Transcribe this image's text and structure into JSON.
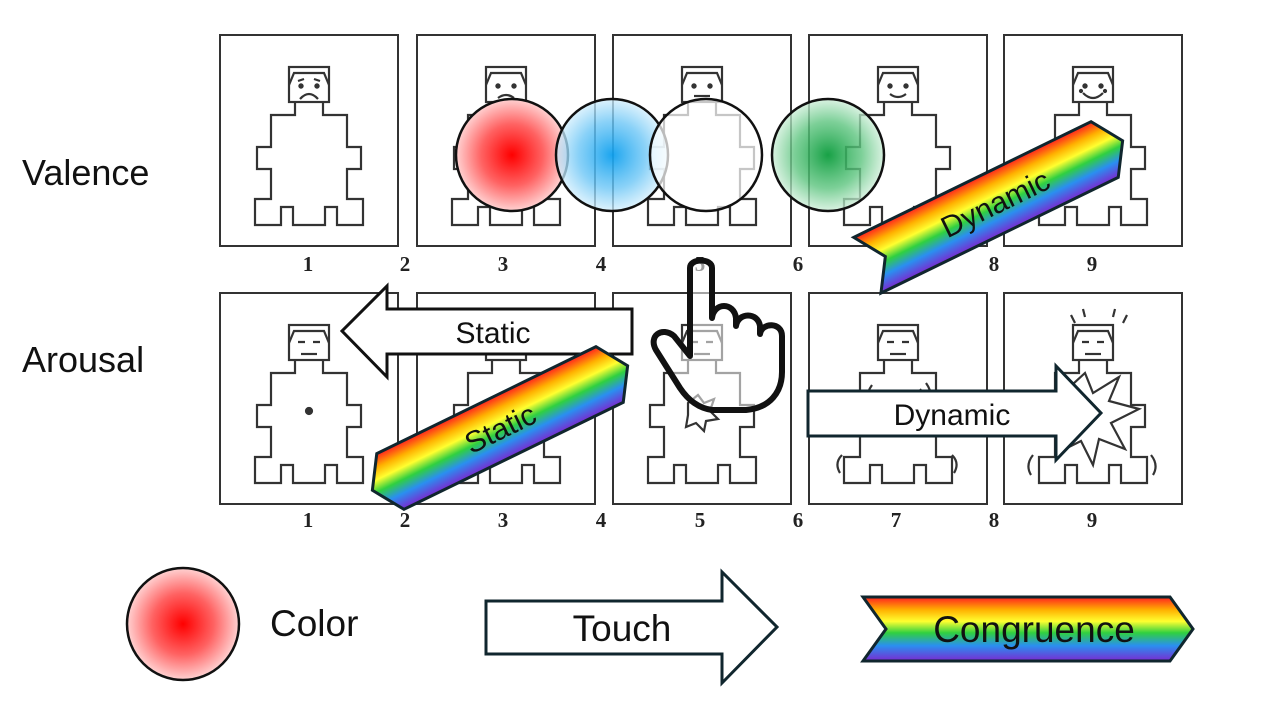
{
  "row_labels": {
    "valence": "Valence",
    "arousal": "Arousal"
  },
  "scale_numbers": [
    "1",
    "2",
    "3",
    "4",
    "5",
    "6",
    "7",
    "8",
    "9"
  ],
  "overlays": {
    "valence_dynamic": "Dynamic",
    "arousal_static_arrow": "Static",
    "arousal_static_ribbon": "Static",
    "arousal_dynamic_arrow": "Dynamic"
  },
  "legend": {
    "color": "Color",
    "touch": "Touch",
    "congruence": "Congruence"
  },
  "colors": {
    "red": "#ff1a1a",
    "blue": "#1aa7f0",
    "green": "#17a84a",
    "white": "#ffffff",
    "outline": "#111111",
    "arrow_outline": "#10262e"
  },
  "icons": [
    "sam-figure-icon",
    "pointing-hand-icon",
    "color-circle-icon",
    "touch-arrow-icon",
    "congruence-ribbon-icon"
  ]
}
